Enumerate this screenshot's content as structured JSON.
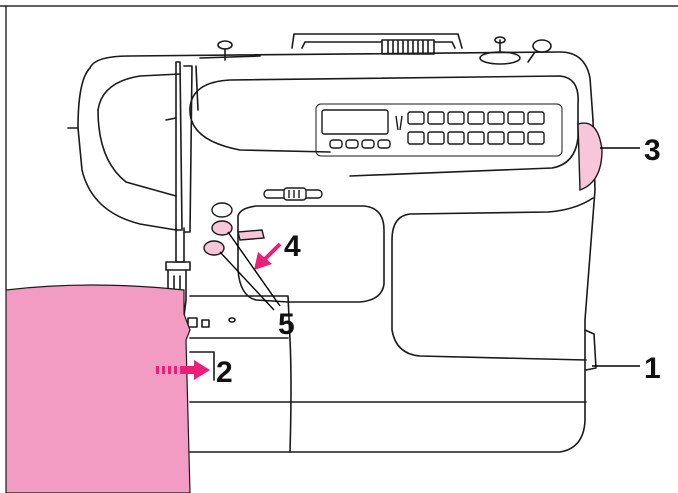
{
  "figure": {
    "callouts": [
      {
        "id": "1",
        "label": "1"
      },
      {
        "id": "2",
        "label": "2"
      },
      {
        "id": "3",
        "label": "3"
      },
      {
        "id": "4",
        "label": "4"
      },
      {
        "id": "5",
        "label": "5"
      }
    ]
  },
  "colors": {
    "outline": "#1a1a1a",
    "fabric": "#f29cc3",
    "highlight": "#f7c6d9",
    "arrow": "#e8207a",
    "background": "#ffffff"
  }
}
